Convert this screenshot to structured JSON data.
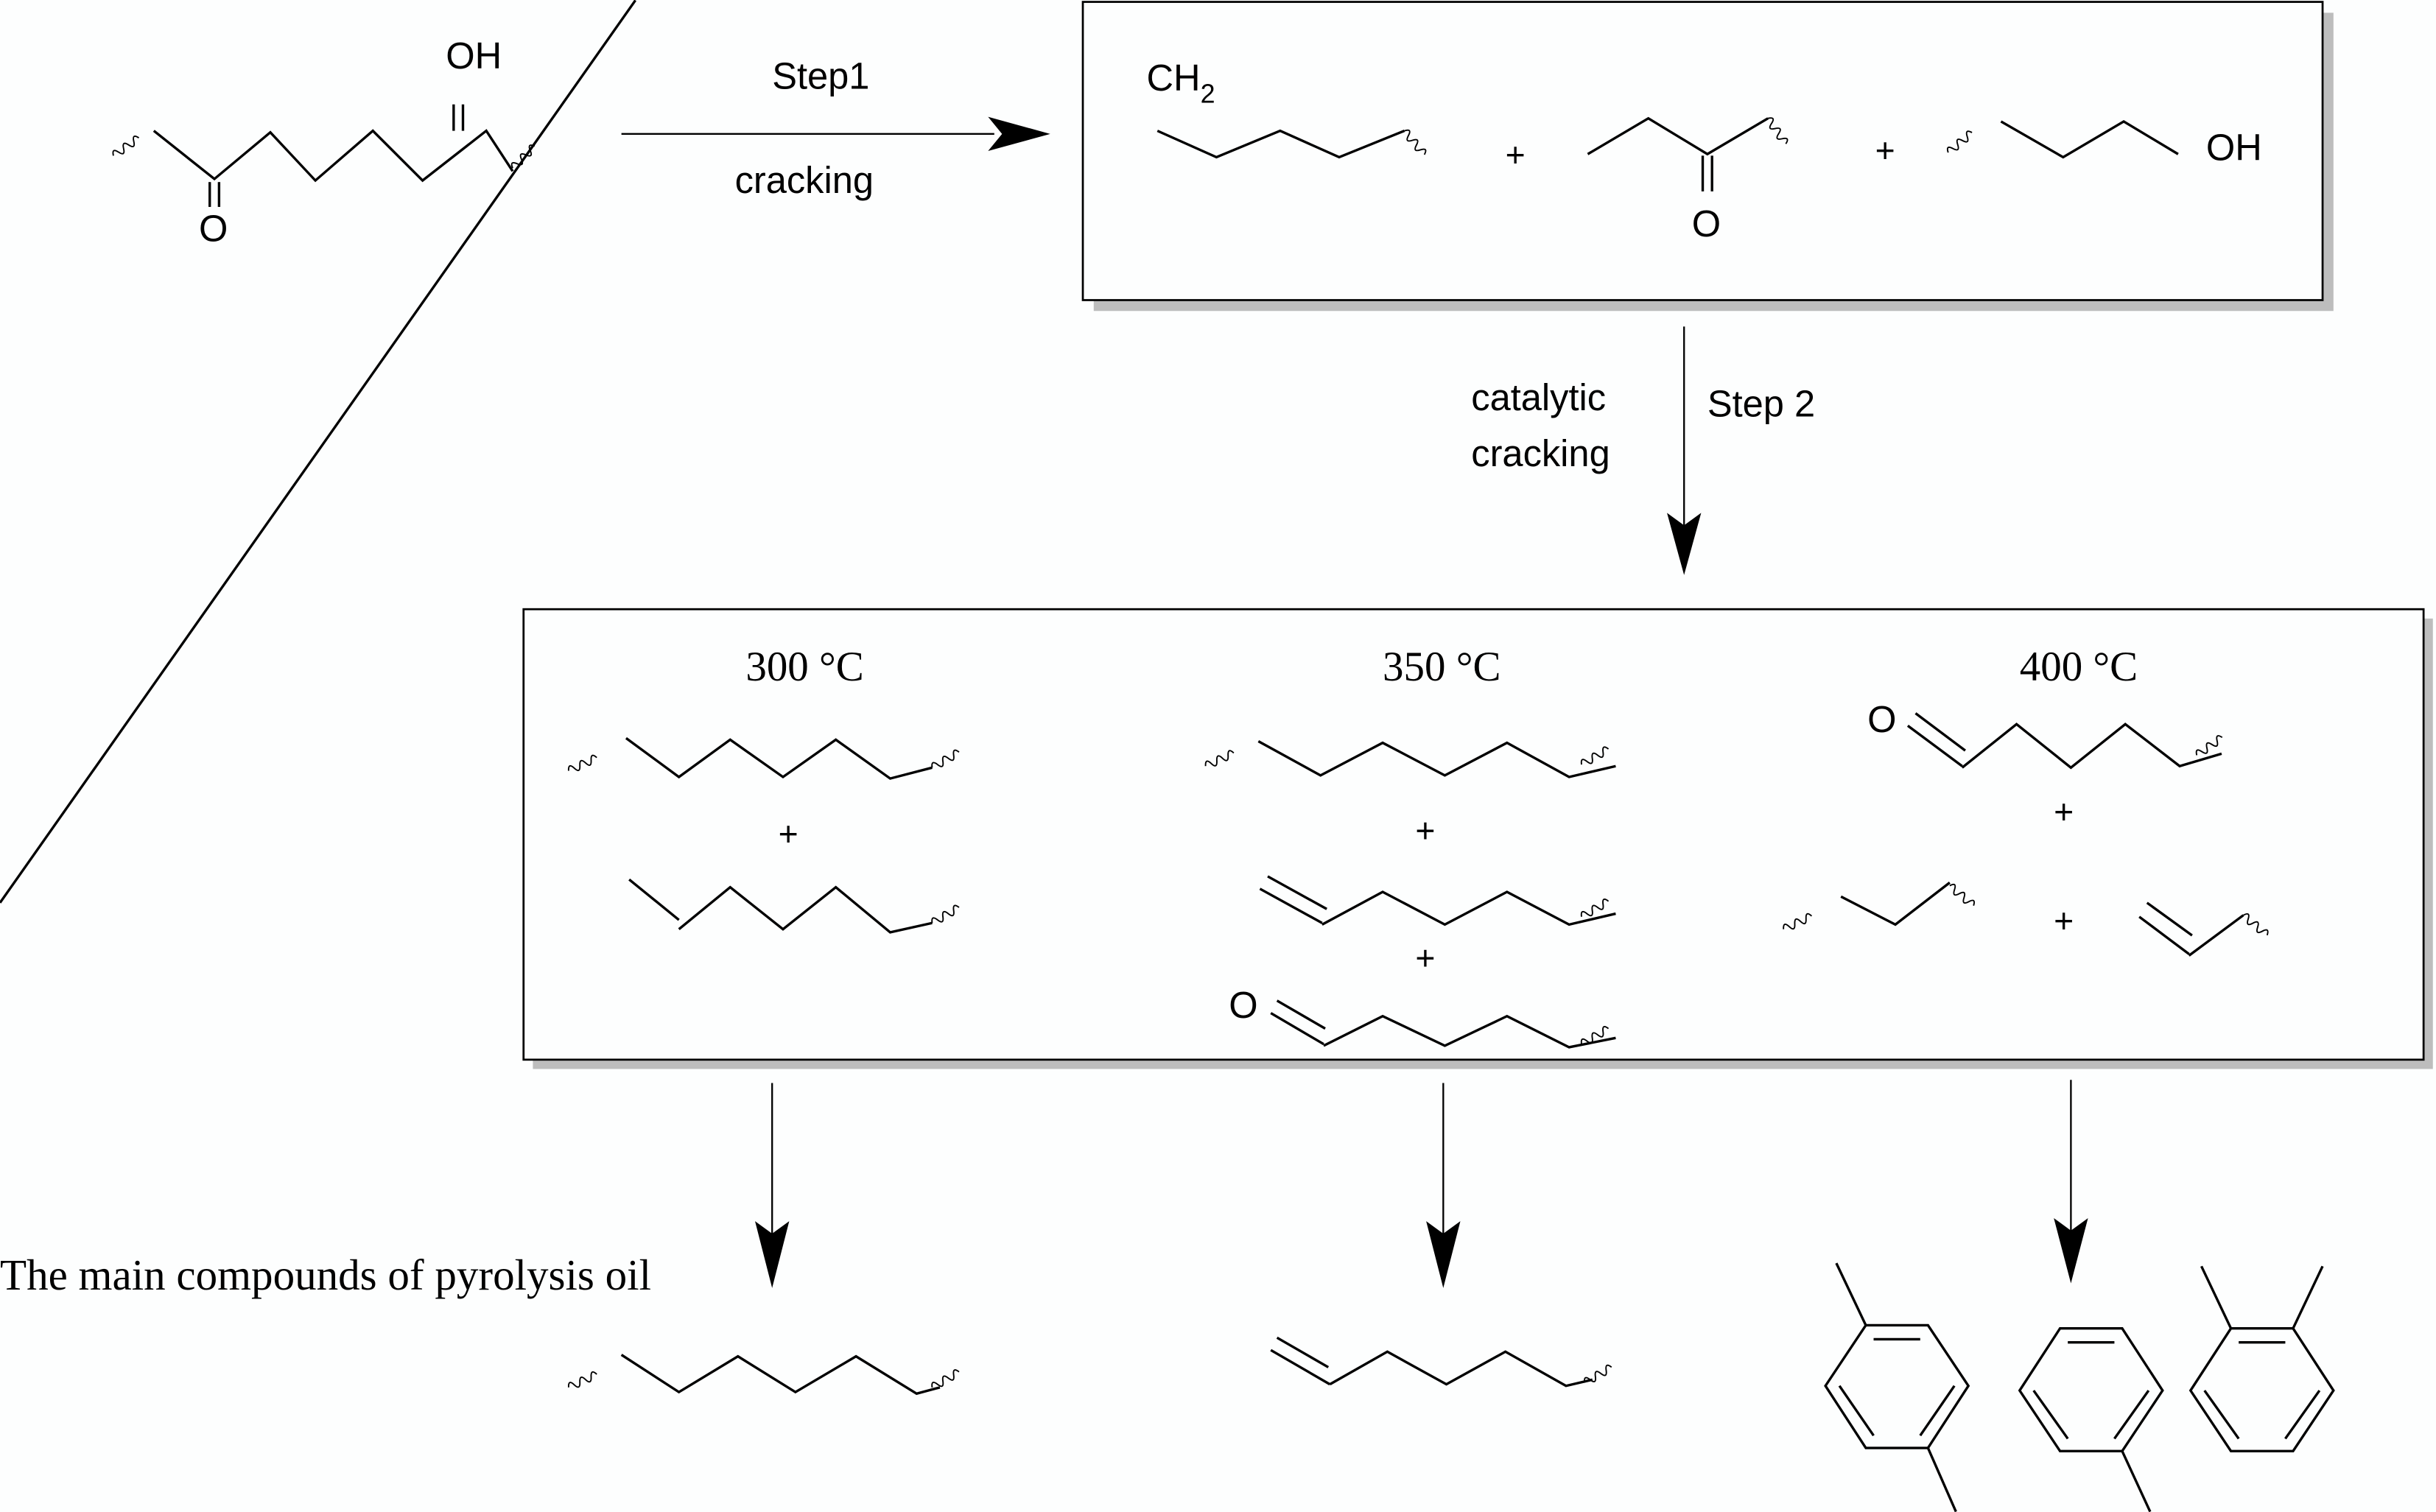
{
  "scheme": {
    "step1": {
      "label_above": "Step1",
      "label_below": "cracking"
    },
    "step2": {
      "label_left_line1": "catalytic",
      "label_left_line2": "cracking",
      "label_right": "Step 2"
    },
    "reactant": {
      "atom_top": "OH",
      "atom_bottom": "O"
    },
    "intermediates": {
      "ch2_label": "CH",
      "ch2_subscript": "2",
      "plus": "+",
      "ketone_o": "O",
      "alcohol_oh": "OH"
    },
    "temperatures": [
      {
        "label": "300 °C",
        "plus": "+"
      },
      {
        "label": "350 °C",
        "plus": "+",
        "aldehyde_o": "O"
      },
      {
        "label": "400 °C",
        "plus": "+",
        "aldehyde_o": "O"
      }
    ],
    "main_compounds_label": "The main compounds of pyrolysis oil"
  }
}
